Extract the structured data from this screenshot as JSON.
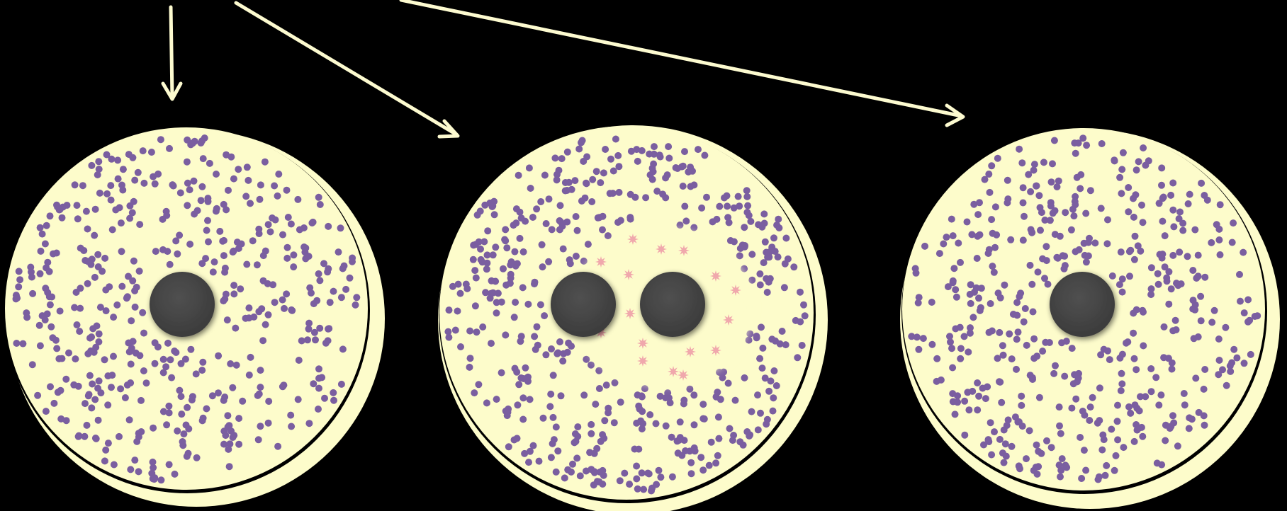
{
  "colors": {
    "background": "#000000",
    "arrow": "#fdfbd0",
    "plate": "#fdfccb",
    "plate_rim": "#000000",
    "granule": "#7a5ea0",
    "nucleus": "#444444",
    "spark": "#f0a8ac"
  },
  "icons": {
    "arrow": "arrow-icon",
    "granule": "granule-dot-icon",
    "nucleus": "nucleus-disc-icon",
    "spark": "starburst-icon"
  },
  "panels": [
    {
      "id": "left",
      "nucleus_count": 1,
      "has_clear_zone": false,
      "has_sparks": false
    },
    {
      "id": "middle",
      "nucleus_count": 2,
      "has_clear_zone": true,
      "has_sparks": true
    },
    {
      "id": "right",
      "nucleus_count": 1,
      "has_clear_zone": false,
      "has_sparks": false
    }
  ],
  "arrows": [
    {
      "target": "left"
    },
    {
      "target": "middle"
    },
    {
      "target": "right"
    }
  ]
}
